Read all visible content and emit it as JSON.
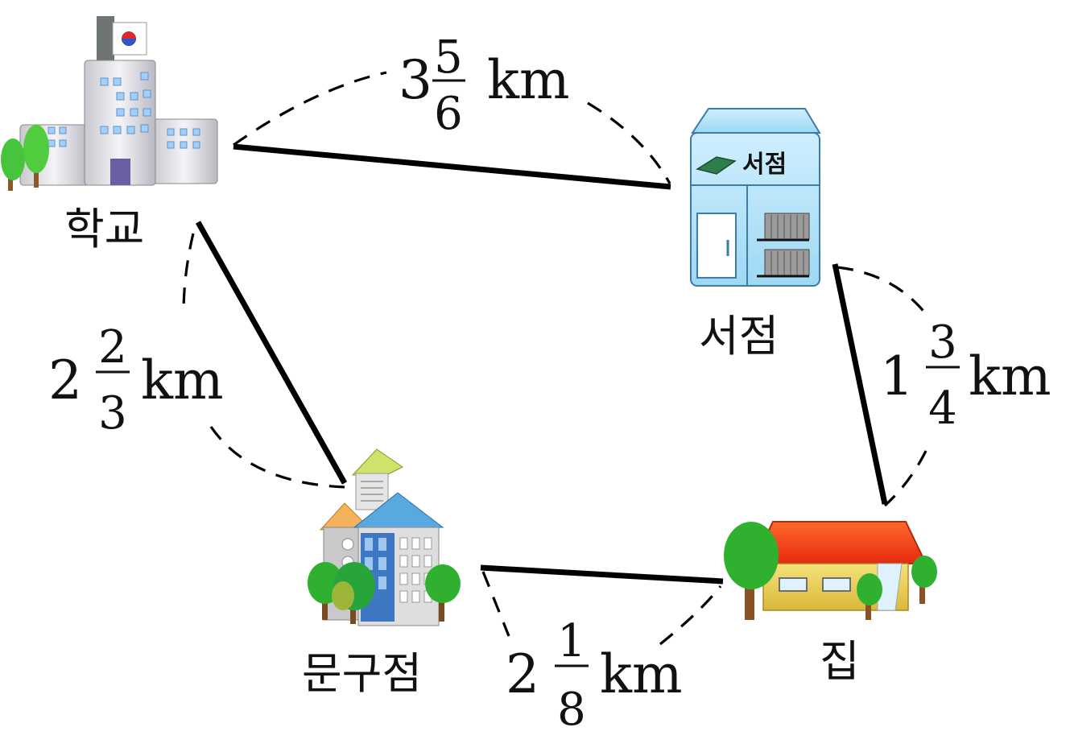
{
  "places": {
    "school": "학교",
    "bookstore": "서점",
    "stationery": "문구점",
    "home": "집"
  },
  "bookstore_sign": "서점",
  "distances": {
    "school_bookstore": {
      "whole": "3",
      "num": "5",
      "den": "6",
      "unit": "km"
    },
    "school_stationery": {
      "whole": "2",
      "num": "2",
      "den": "3",
      "unit": "km"
    },
    "bookstore_home": {
      "whole": "1",
      "num": "3",
      "den": "4",
      "unit": "km"
    },
    "stationery_home": {
      "whole": "2",
      "num": "1",
      "den": "8",
      "unit": "km"
    }
  }
}
